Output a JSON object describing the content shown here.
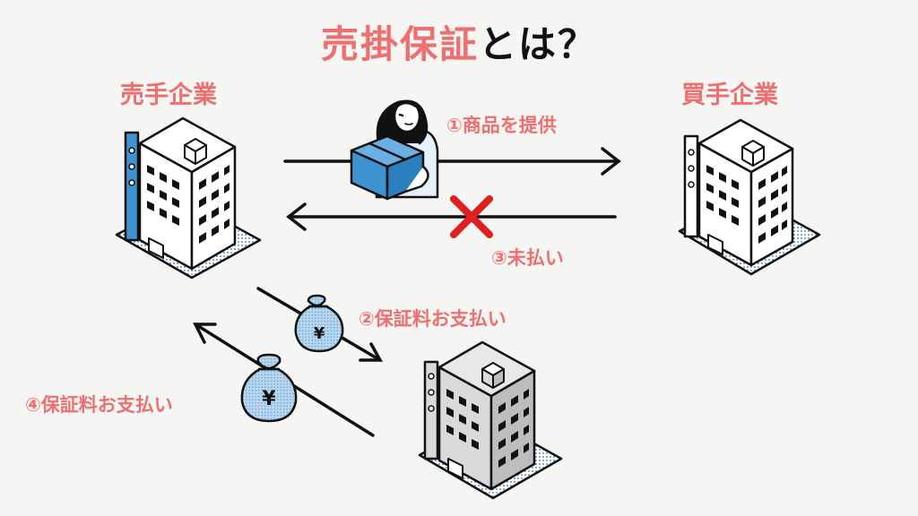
{
  "title": {
    "accent": "売掛保証",
    "rest": "とは？"
  },
  "parties": {
    "seller": "売手企業",
    "buyer": "買手企業"
  },
  "steps": {
    "goods": "①商品を提供",
    "fee_seller": "②保証料お支払い",
    "unpaid": "③未払い",
    "fee_guarantor": "④保証料お支払い"
  },
  "icons": {
    "yen": "¥",
    "names": [
      "building-icon",
      "person-with-box-icon",
      "money-bag-icon",
      "cross-icon",
      "arrow-icon"
    ]
  },
  "colors": {
    "accent": "#ee6f6f",
    "text": "#111111",
    "background": "#f5f5f3",
    "box": "#3d94d1",
    "bag": "#b6d6ef",
    "cross": "#e02020",
    "guarantor_building": "#d9d9d9"
  }
}
